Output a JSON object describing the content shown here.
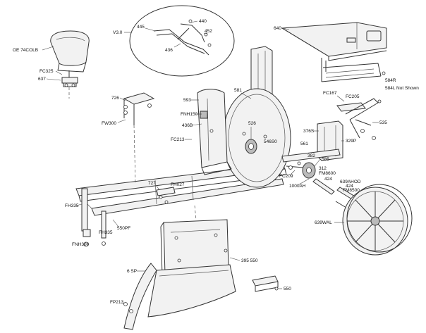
{
  "callouts": {
    "oe_74colb": "OE 74COLB",
    "fc325": "FC325",
    "n637": "637",
    "v3d": "V3.0",
    "n445": "445",
    "n440": "440",
    "n452": "452",
    "n436": "436",
    "n640": "640",
    "n584r": "584R",
    "n584l_note": "584L Not Shown",
    "n726": "726",
    "fw300_top": "FW300",
    "n593": "593",
    "n581": "581",
    "fnh150": "FNH150",
    "n436b": "436B",
    "fc213_mid": "FC213",
    "n526": "526",
    "fc167": "FC167",
    "fc205": "FC205",
    "n535": "535",
    "n376s": "376S",
    "n329p": "329P",
    "n546s0": "546S0",
    "n561": "561",
    "n382": "382",
    "n585": "585",
    "n312": "312",
    "fm8600a": "FM8600",
    "fc209": "FC209",
    "n1000ah": "1000AH",
    "n424": "424",
    "n639ahod": "639AHOD",
    "n424b": "424",
    "fm8500": "FM8500",
    "n727": "727",
    "fh027": "FH027",
    "fh335_top": "FH335",
    "fh335_bot": "FH335",
    "n550pf": "550PF",
    "fnh300": "FNH300",
    "n639wal": "639WAL",
    "n395_550": "395 550",
    "n6sp": "6 SP",
    "n550": "550",
    "fp213": "FP213"
  }
}
